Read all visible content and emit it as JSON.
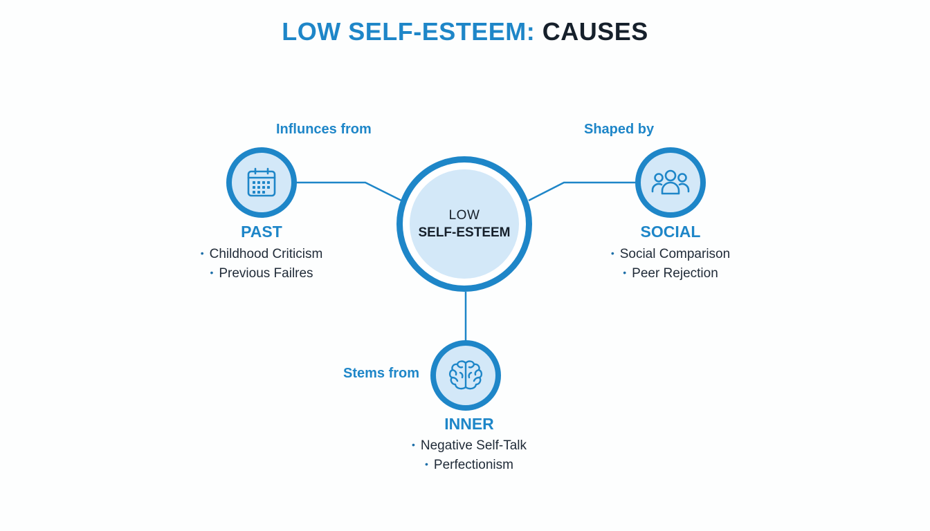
{
  "title": {
    "accent": "LOW SELF-ESTEEM:",
    "dark": "CAUSES"
  },
  "center": {
    "line1": "LOW",
    "line2": "SELF-ESTEEM"
  },
  "past": {
    "connector_label": "Influnces from",
    "heading": "PAST",
    "icon": "calendar-icon",
    "items": [
      "Childhood Criticism",
      "Previous Failres"
    ]
  },
  "social": {
    "connector_label": "Shaped by",
    "heading": "SOCIAL",
    "icon": "people-group-icon",
    "items": [
      "Social Comparison",
      "Peer Rejection"
    ]
  },
  "inner": {
    "connector_label": "Stems from",
    "heading": "INNER",
    "icon": "brain-icon",
    "items": [
      "Negative Self-Talk",
      "Perfectionism"
    ]
  },
  "colors": {
    "accent": "#1e86c8",
    "node_fill": "#d3e8f8",
    "text_dark": "#16202b"
  }
}
